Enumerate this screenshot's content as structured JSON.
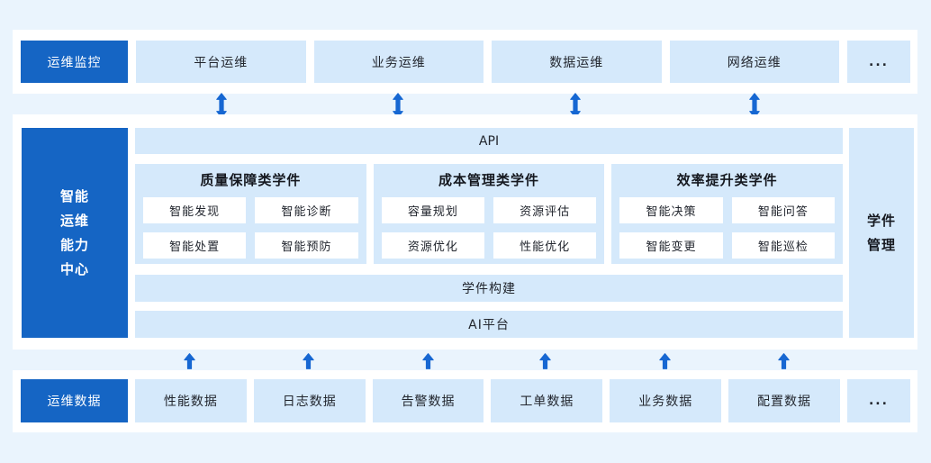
{
  "colors": {
    "primary": "#1565c4",
    "light": "#d5e9fb",
    "bg": "#eaf4fd",
    "arrow": "#1667d2",
    "text": "#22262e"
  },
  "monitor": {
    "label": "运维监控",
    "items": [
      "平台运维",
      "业务运维",
      "数据运维",
      "网络运维"
    ],
    "more": "..."
  },
  "center": {
    "title": "智能\n运维\n能力\n中心",
    "api": "API",
    "categories": [
      {
        "title": "质量保障类学件",
        "items": [
          "智能发现",
          "智能诊断",
          "智能处置",
          "智能预防"
        ]
      },
      {
        "title": "成本管理类学件",
        "items": [
          "容量规划",
          "资源评估",
          "资源优化",
          "性能优化"
        ]
      },
      {
        "title": "效率提升类学件",
        "items": [
          "智能决策",
          "智能问答",
          "智能变更",
          "智能巡检"
        ]
      }
    ],
    "management": "学件\n管理",
    "build": "学件构建",
    "ai_platform": "AI平台"
  },
  "data_layer": {
    "label": "运维数据",
    "items": [
      "性能数据",
      "日志数据",
      "告警数据",
      "工单数据",
      "业务数据",
      "配置数据"
    ],
    "more": "..."
  }
}
